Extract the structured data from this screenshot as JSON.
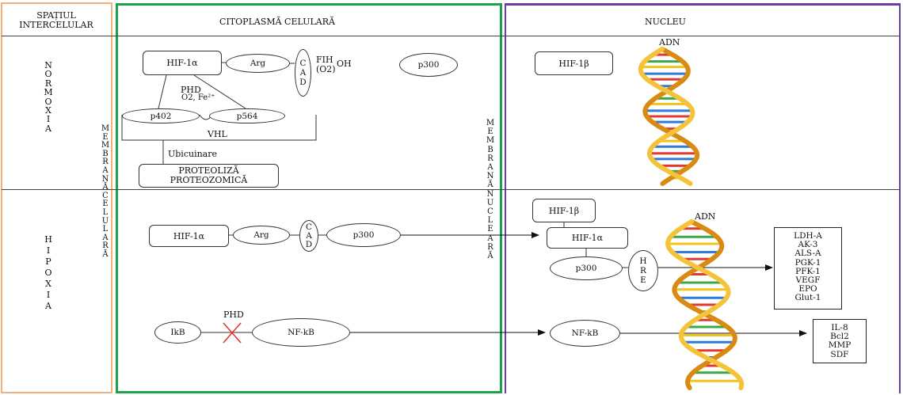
{
  "headers": {
    "intercellular": [
      "SPAȚIUL",
      "INTERCELULAR"
    ],
    "cytoplasm": "CITOPLASMĂ CELULARĂ",
    "nucleus": "NUCLEU"
  },
  "row_labels": {
    "normoxia": [
      "N",
      "O",
      "R",
      "M",
      "O",
      "X",
      "I",
      "A"
    ],
    "hypoxia": [
      "H",
      "I",
      "P",
      "O",
      "X",
      "I",
      "A"
    ]
  },
  "membranes": {
    "cell": [
      "M",
      "E",
      "M",
      "B",
      "R",
      "A",
      "N",
      "Ă",
      "C",
      "E",
      "L",
      "U",
      "L",
      "A",
      "R",
      "Ă"
    ],
    "nuclear": [
      "M",
      "E",
      "M",
      "B",
      "R",
      "A",
      "N",
      "Ă",
      "N",
      "U",
      "C",
      "L",
      "E",
      "A",
      "R",
      "Ă"
    ]
  },
  "normoxia": {
    "hif1a": "HIF-1α",
    "arg": "Arg",
    "cad": [
      "C",
      "A",
      "D"
    ],
    "fih": "FIH",
    "o2_paren": "(O2)",
    "oh": "OH",
    "p300": "p300",
    "phd": "PHD",
    "phd_cofactors": "O2, Fe²⁺",
    "p402": "p402",
    "p564": "p564",
    "vhl": "VHL",
    "ubiquitination": "Ubicuinare",
    "proteolysis": [
      "PROTEOLIZĂ",
      "PROTEOZOMICĂ"
    ],
    "hif1b": "HIF-1β",
    "dna": "ADN"
  },
  "hypoxia": {
    "hif1a": "HIF-1α",
    "arg": "Arg",
    "cad": [
      "C",
      "A",
      "D"
    ],
    "p300": "p300",
    "hif1b": "HIF-1β",
    "nuc_hif1a": "HIF-1α",
    "nuc_p300": "p300",
    "hre": [
      "H",
      "R",
      "E"
    ],
    "dna": "ADN",
    "ikb": "IkB",
    "phd": "PHD",
    "nfkb": "NF-kB",
    "nuc_nfkb": "NF-kB",
    "hif_targets": [
      "LDH-A",
      "AK-3",
      "ALS-A",
      "PGK-1",
      "PFK-1",
      "VEGF",
      "EPO",
      "Glut-1"
    ],
    "nfkb_targets": [
      "IL-8",
      "Bcl2",
      "MMP",
      "SDF"
    ]
  },
  "colors": {
    "intercellular_border": "#f2b07a",
    "cytoplasm_border": "#1aa34a",
    "nucleus_border": "#6a3fa5",
    "inhibition_cross": "#e03030",
    "dna_strand_dark": "#d98a12",
    "dna_strand_light": "#f5c33a"
  }
}
